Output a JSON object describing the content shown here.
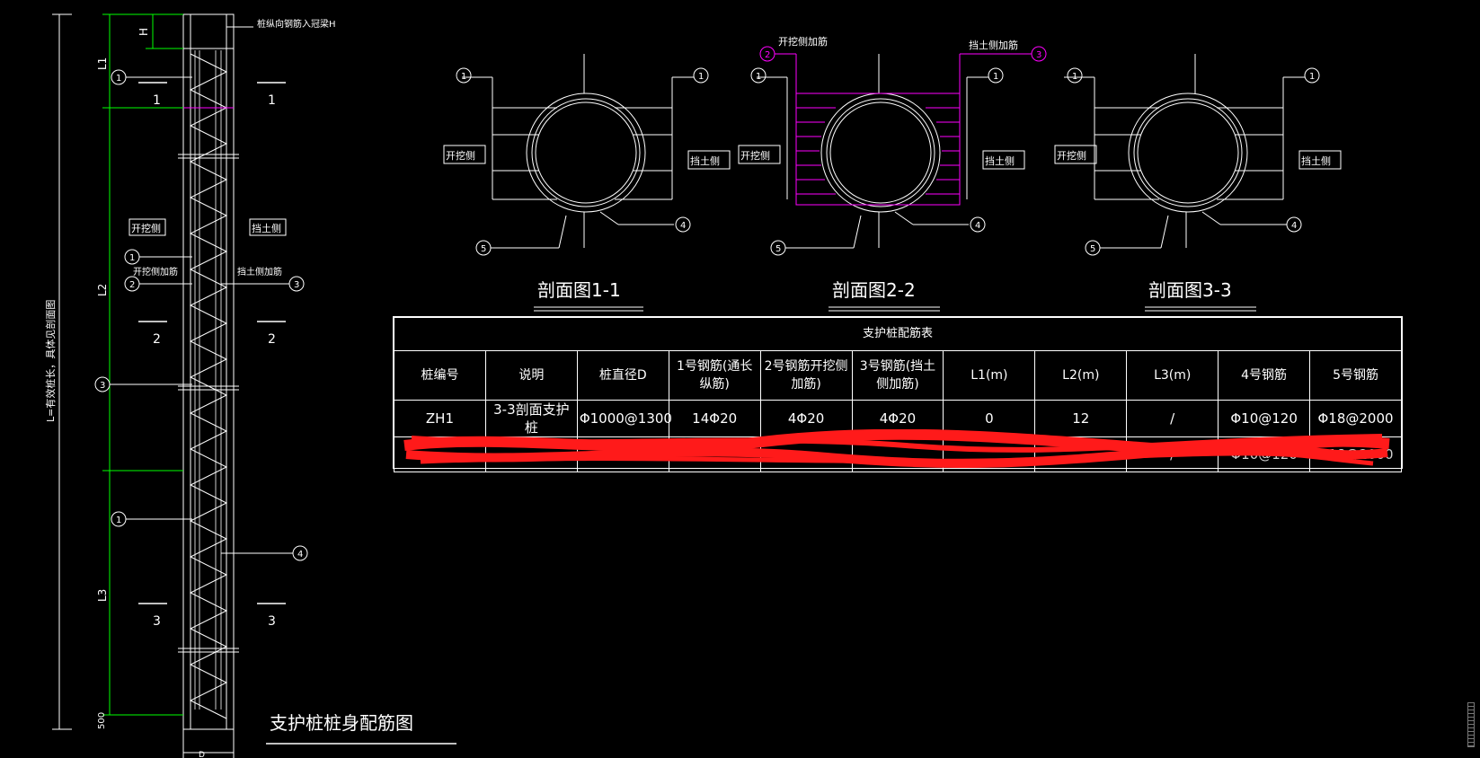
{
  "drawing": {
    "elevation_title": "支护桩桩身配筋图",
    "top_note": "桩纵向钢筋入冠梁H",
    "total_length_label": "L=有效桩长，具体见剖面图",
    "h_label": "H",
    "seg_labels": [
      "L1",
      "L2",
      "L3",
      "500"
    ],
    "bottom_label": "D",
    "section_marks": [
      "1",
      "1",
      "2",
      "2",
      "3",
      "3"
    ],
    "side_labels": {
      "excavation": "开挖侧",
      "retaining": "挡土侧",
      "excavation_add": "开挖侧加筋",
      "retaining_add": "挡土侧加筋"
    },
    "bubbles": [
      "1",
      "2",
      "3",
      "4",
      "5"
    ],
    "sections": [
      {
        "title": "剖面图1-1",
        "left": "开挖侧",
        "right": "挡土侧"
      },
      {
        "title": "剖面图2-2",
        "left": "开挖侧",
        "right": "挡土侧",
        "top_left": "开挖侧加筋",
        "top_right": "挡土侧加筋"
      },
      {
        "title": "剖面图3-3",
        "left": "开挖侧",
        "right": "挡土侧"
      }
    ]
  },
  "table": {
    "caption": "支护桩配筋表",
    "headers": [
      "桩编号",
      "说明",
      "桩直径D",
      "1号钢筋(通长纵筋)",
      "2号钢筋开挖侧加筋)",
      "3号钢筋(挡土侧加筋)",
      "L1(m)",
      "L2(m)",
      "L3(m)",
      "4号钢筋",
      "5号钢筋"
    ],
    "rows": [
      [
        "ZH1",
        "3-3剖面支护桩",
        "Φ1000@1300",
        "14Φ20",
        "4Φ20",
        "4Φ20",
        "0",
        "12",
        "/",
        "Φ10@120",
        "Φ18@2000"
      ],
      [
        "",
        "",
        "",
        "",
        "",
        "",
        "",
        "",
        "/",
        "Φ10@120",
        "Φ18@2000"
      ]
    ]
  },
  "colors": {
    "background": "#000000",
    "line": "#ffffff",
    "dim": "#00ff00",
    "magenta": "#ff00ff",
    "scribble": "#ff1a1a"
  }
}
